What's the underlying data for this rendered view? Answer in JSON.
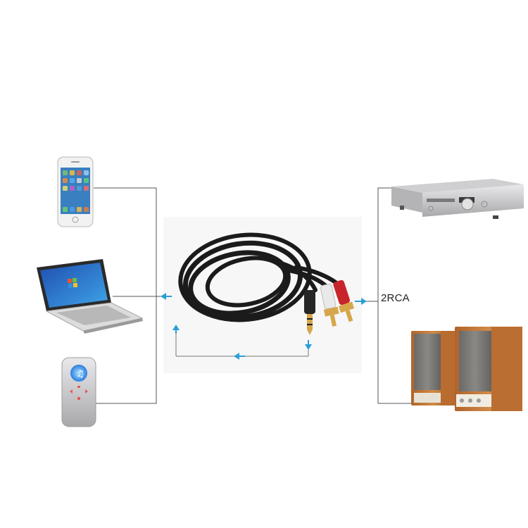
{
  "diagram": {
    "output_label": "2RCA",
    "colors": {
      "connector_line": "#555555",
      "arrow": "#2a9fd6",
      "cable": "#1b1b1b",
      "rca_red": "#c8242b",
      "rca_white": "#e9e9e9",
      "gold": "#d6a64a"
    },
    "sources": [
      {
        "name": "smartphone",
        "icon": "smartphone-icon"
      },
      {
        "name": "laptop",
        "icon": "laptop-icon"
      },
      {
        "name": "mp3-player",
        "icon": "mp3-player-icon"
      }
    ],
    "destinations": [
      {
        "name": "amplifier",
        "icon": "amplifier-icon"
      },
      {
        "name": "speakers",
        "icon": "speakers-icon"
      }
    ],
    "center": {
      "name": "audio-cable",
      "icon": "cable-icon"
    }
  }
}
